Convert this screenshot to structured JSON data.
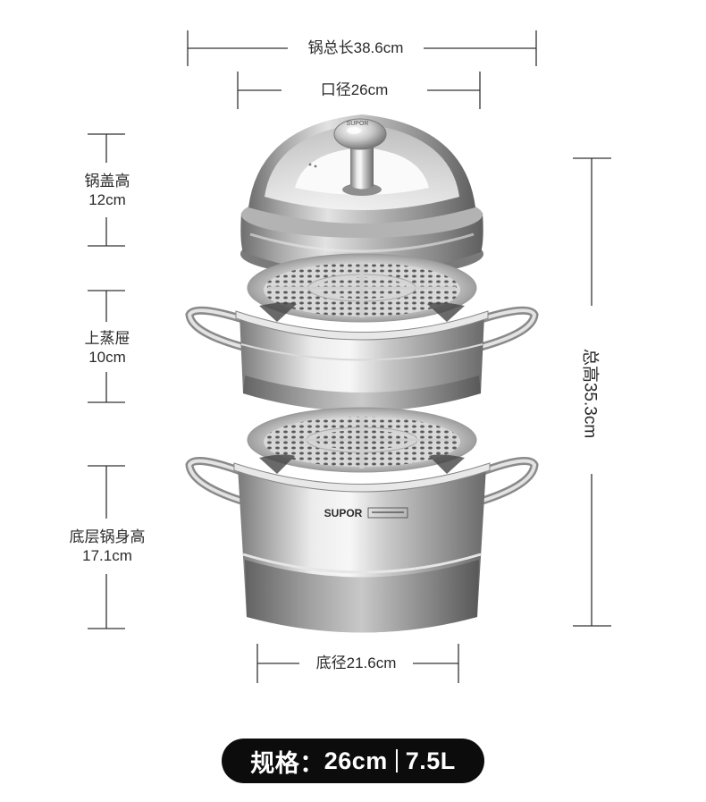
{
  "dimensions": {
    "total_length": "锅总长38.6cm",
    "mouth_diameter": "口径26cm",
    "lid_height_name": "锅盖高",
    "lid_height_value": "12cm",
    "upper_steamer_name": "上蒸屉",
    "upper_steamer_value": "10cm",
    "base_height_name": "底层锅身高",
    "base_height_value": "17.1cm",
    "bottom_diameter": "底径21.6cm",
    "total_height": "总高35.3cm"
  },
  "product": {
    "brand": "SUPOR"
  },
  "spec": {
    "label": "规格：",
    "size": "26cm",
    "capacity": "7.5L"
  },
  "colors": {
    "steel_light": "#eeeeee",
    "steel_dark": "#6f6f6f",
    "pill_background": "#0c0c0c"
  }
}
